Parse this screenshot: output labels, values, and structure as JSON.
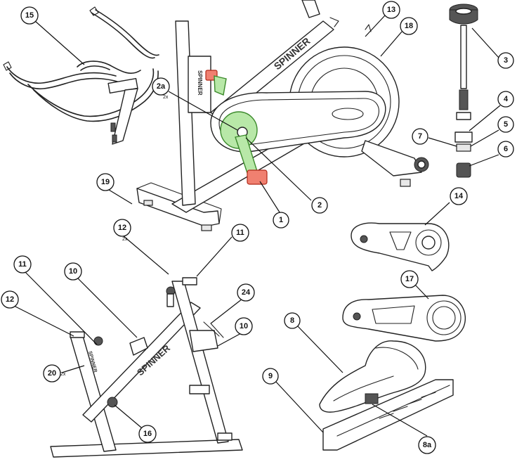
{
  "brand": "SPINNER",
  "callouts": [
    {
      "id": "15",
      "label": "15"
    },
    {
      "id": "13",
      "label": "13"
    },
    {
      "id": "18",
      "label": "18"
    },
    {
      "id": "3",
      "label": "3"
    },
    {
      "id": "2a",
      "label": "2a",
      "qty": "2x"
    },
    {
      "id": "4",
      "label": "4"
    },
    {
      "id": "5",
      "label": "5"
    },
    {
      "id": "6",
      "label": "6"
    },
    {
      "id": "7",
      "label": "7"
    },
    {
      "id": "19",
      "label": "19"
    },
    {
      "id": "2",
      "label": "2"
    },
    {
      "id": "1",
      "label": "1"
    },
    {
      "id": "14",
      "label": "14"
    },
    {
      "id": "12a",
      "label": "12",
      "qty": "2x"
    },
    {
      "id": "11a",
      "label": "11"
    },
    {
      "id": "11b",
      "label": "11"
    },
    {
      "id": "10a",
      "label": "10"
    },
    {
      "id": "24",
      "label": "24"
    },
    {
      "id": "12b",
      "label": "12"
    },
    {
      "id": "10b",
      "label": "10"
    },
    {
      "id": "17",
      "label": "17"
    },
    {
      "id": "8",
      "label": "8"
    },
    {
      "id": "20",
      "label": "20",
      "qty": "2x"
    },
    {
      "id": "9",
      "label": "9"
    },
    {
      "id": "16",
      "label": "16"
    },
    {
      "id": "8a",
      "label": "8a"
    }
  ],
  "colors": {
    "highlight_green": "#b8e8a8",
    "highlight_red": "#f08070"
  }
}
